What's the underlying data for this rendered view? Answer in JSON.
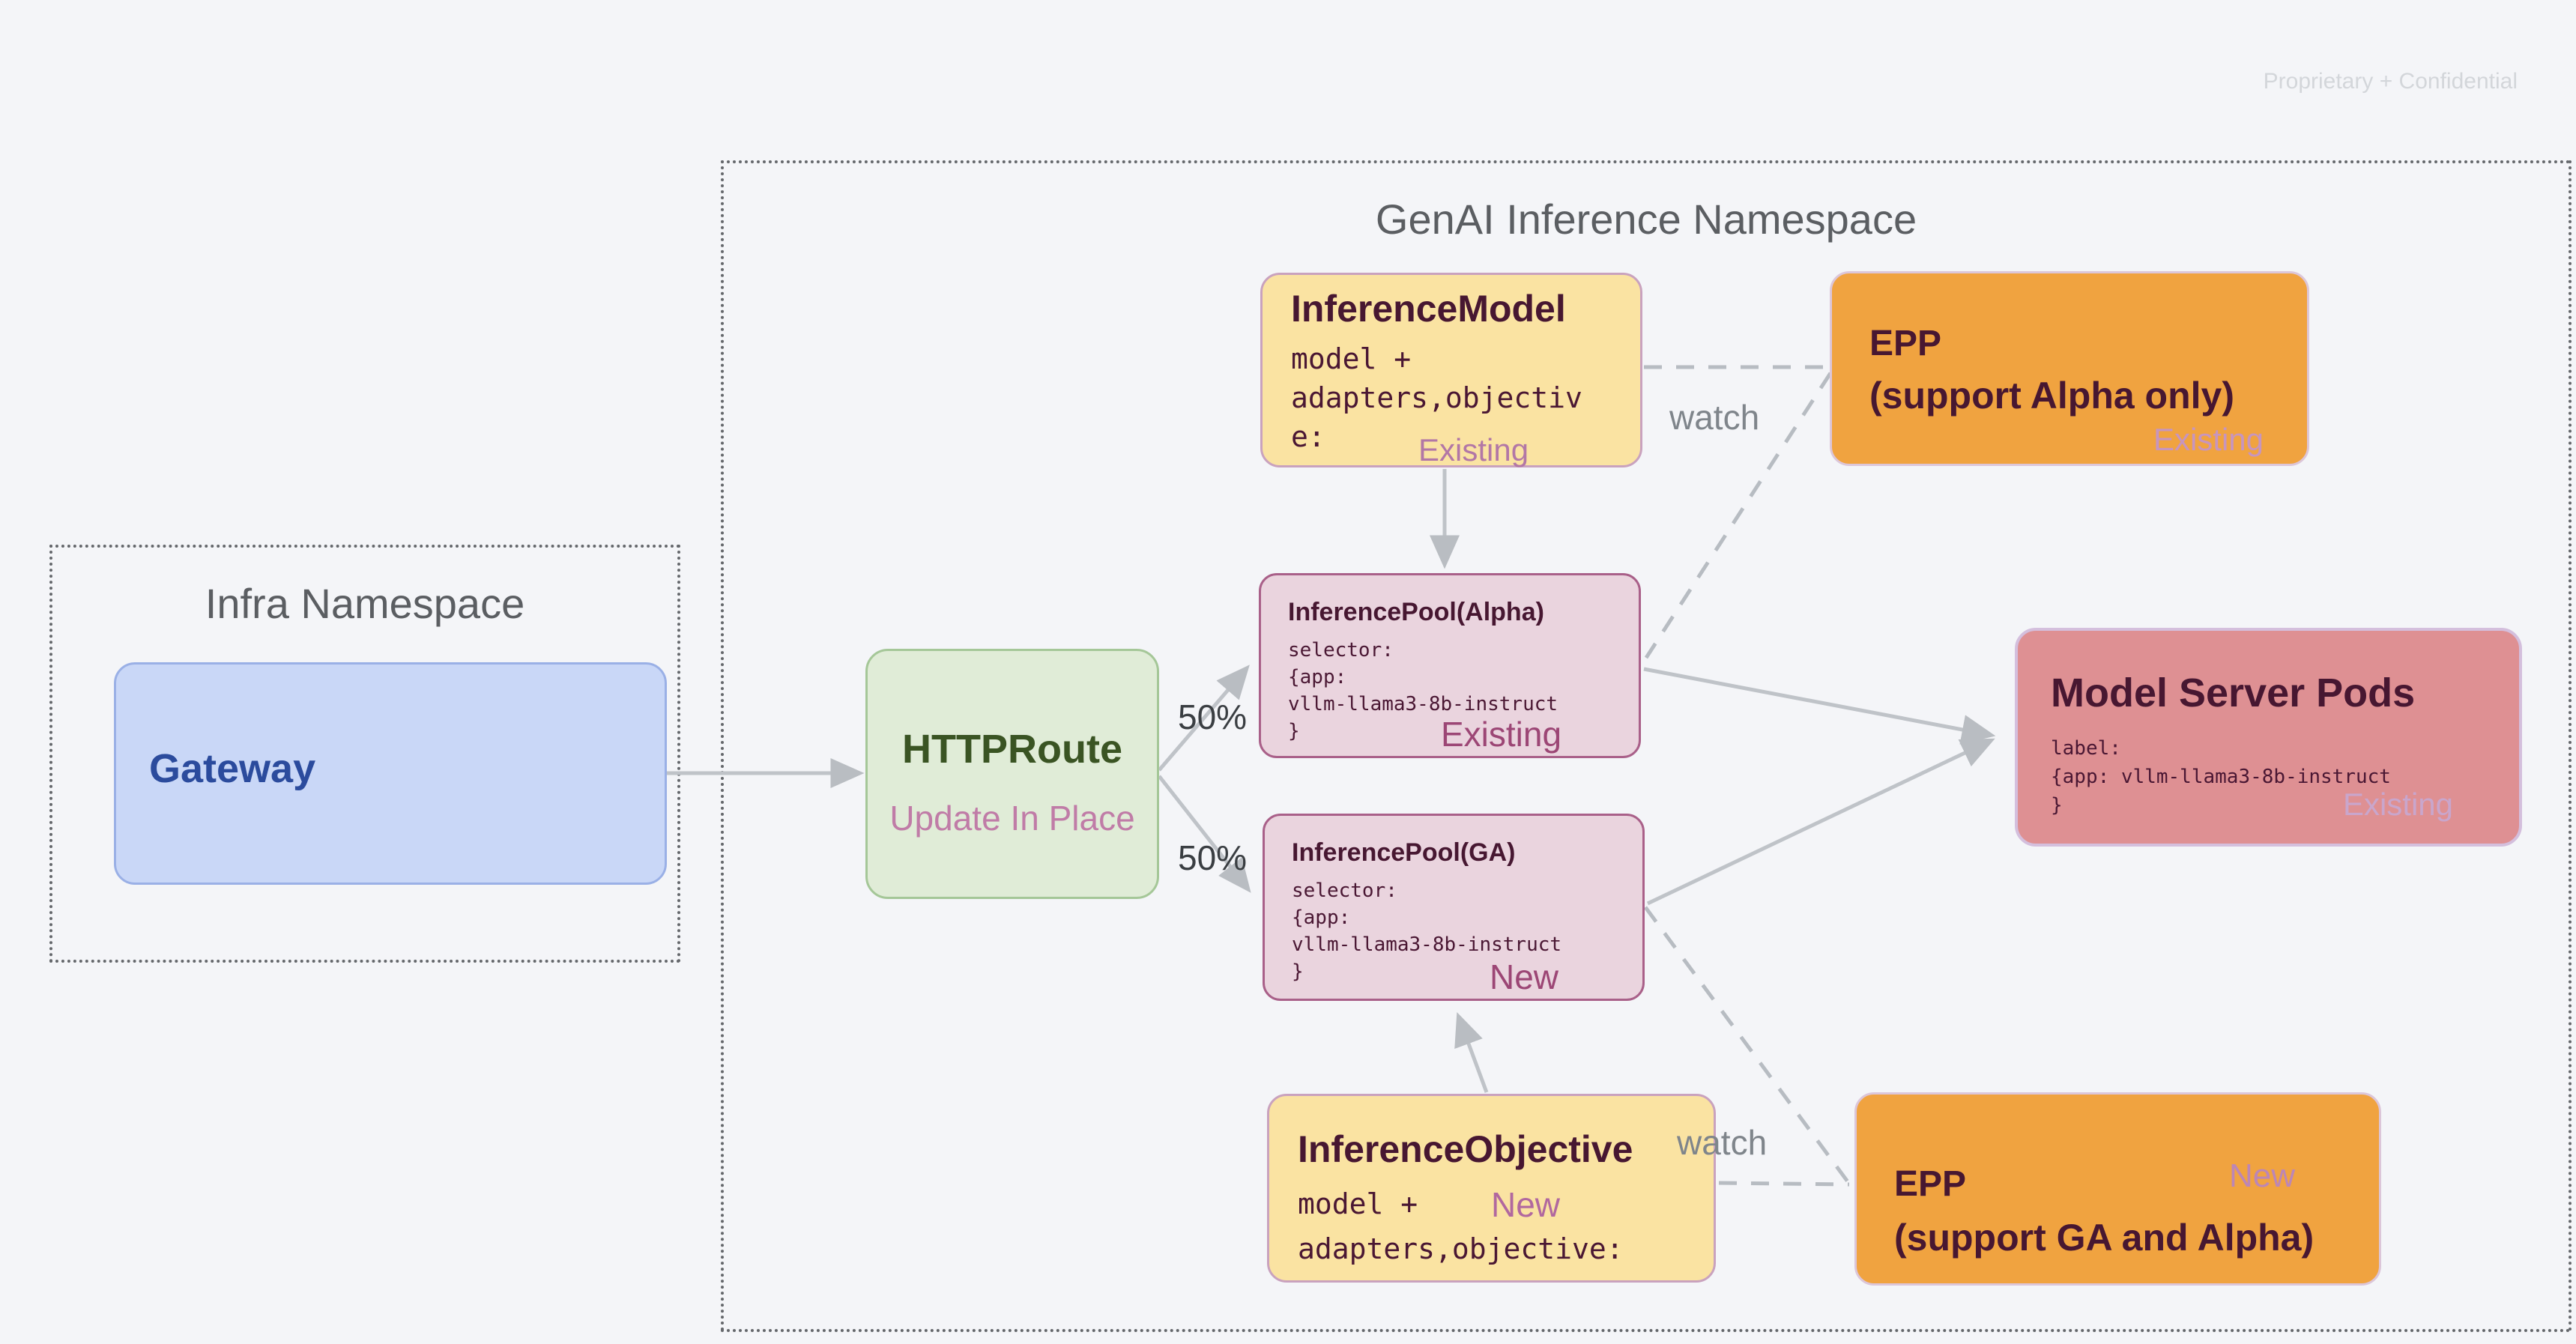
{
  "watermark": "Proprietary + Confidential",
  "namespaces": {
    "infra": {
      "title": "Infra Namespace"
    },
    "genai": {
      "title": "GenAI Inference Namespace"
    }
  },
  "nodes": {
    "gateway": {
      "title": "Gateway"
    },
    "httproute": {
      "title": "HTTPRoute",
      "subtitle": "Update In Place"
    },
    "inference_model": {
      "title": "InferenceModel",
      "code": "model +\nadapters,objectiv\ne:",
      "tag": "Existing"
    },
    "epp_alpha": {
      "title": "EPP",
      "subtitle": "(support Alpha only)",
      "tag": "Existing"
    },
    "pool_alpha": {
      "title": "InferencePool(Alpha)",
      "code": "selector:\n{app:\nvllm-llama3-8b-instruct\n}",
      "tag": "Existing"
    },
    "pool_ga": {
      "title": "InferencePool(GA)",
      "code": "selector:\n{app:\nvllm-llama3-8b-instruct\n}",
      "tag": "New"
    },
    "model_server_pods": {
      "title": "Model Server Pods",
      "code": "label:\n{app: vllm-llama3-8b-instruct\n}",
      "tag": "Existing"
    },
    "inference_objective": {
      "title": "InferenceObjective",
      "code_line1": "model +",
      "code_line2": "adapters,objective:",
      "tag": "New"
    },
    "epp_ga": {
      "title": "EPP",
      "subtitle": "(support GA and Alpha)",
      "tag": "New"
    }
  },
  "edge_labels": {
    "split_top": "50%",
    "split_bottom": "50%",
    "watch_top": "watch",
    "watch_bottom": "watch"
  },
  "colors": {
    "background": "#f4f5f8",
    "yellow_fill": "#fae3a2",
    "orange_fill": "#f0a340",
    "pool_fill": "#ead4de",
    "pods_fill": "#de9093",
    "gateway_fill": "#c9d7f7",
    "httproute_fill": "#e0ecd7",
    "maroon_text": "#471731",
    "gateway_text": "#2b4b9d",
    "httproute_text": "#3a5423",
    "edge_gray": "#bfc3c8",
    "tag_pink": "#9c4675"
  }
}
